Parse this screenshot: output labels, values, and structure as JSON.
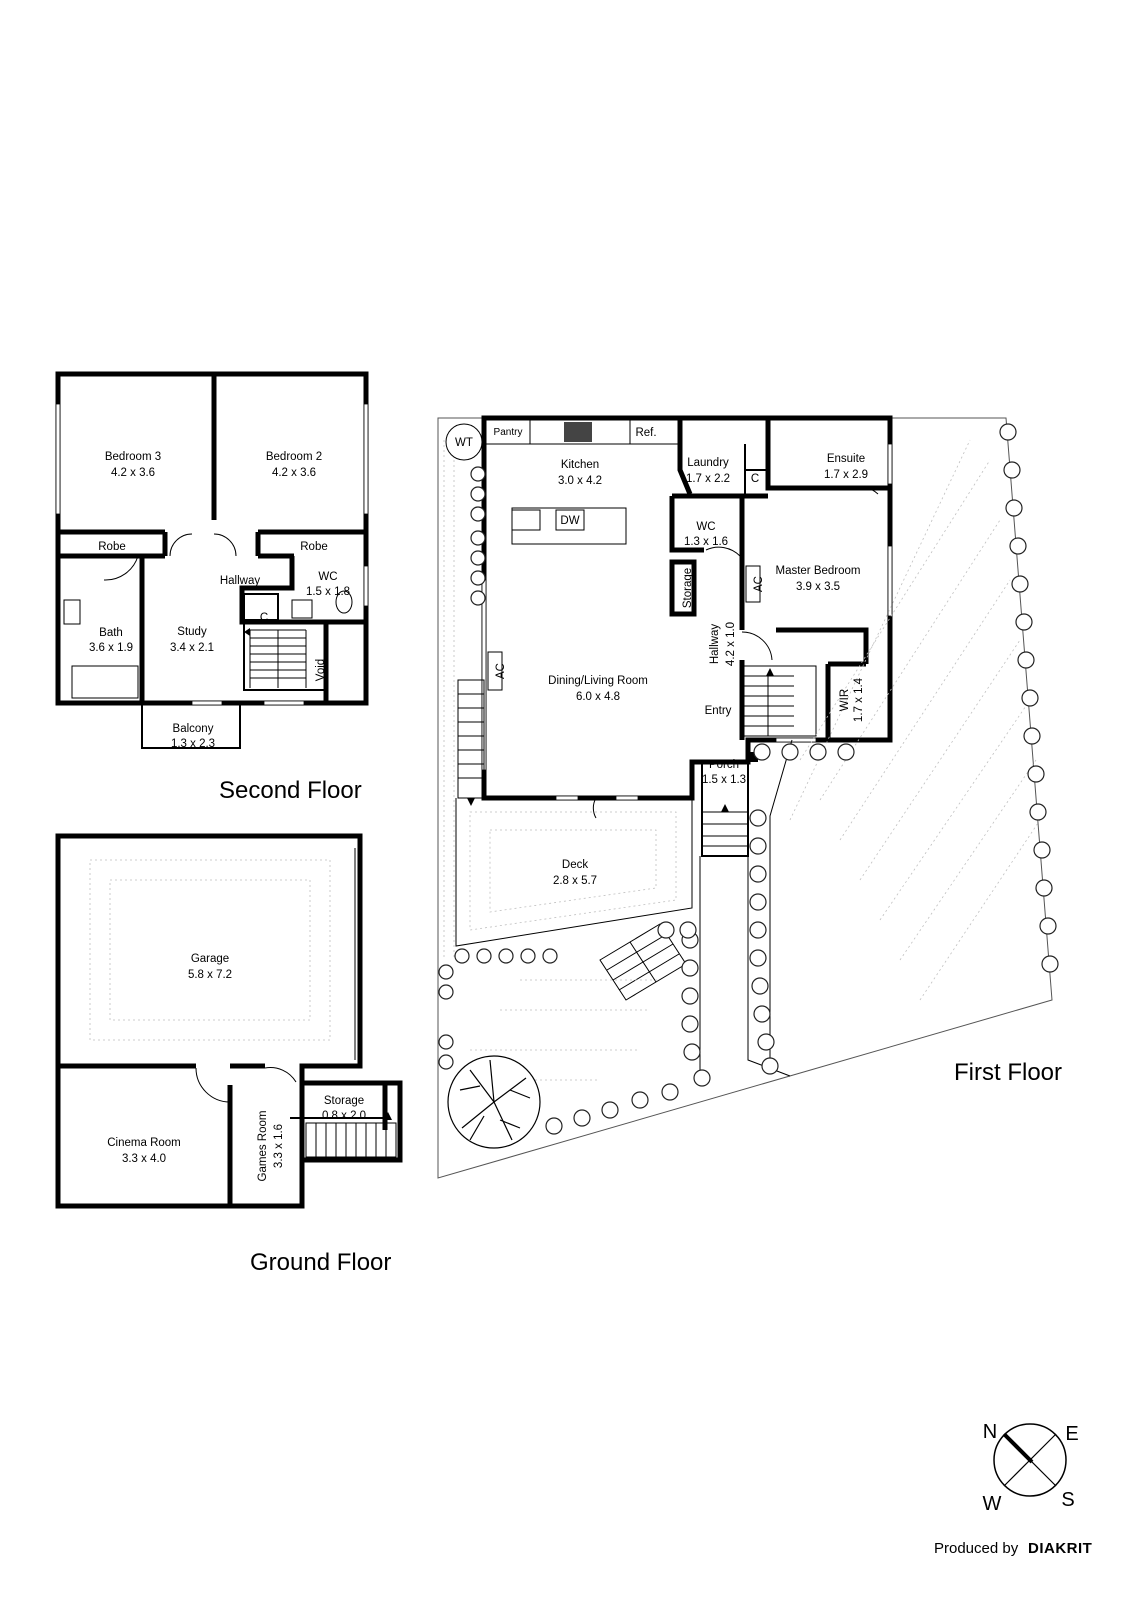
{
  "floors": {
    "second": {
      "title": "Second Floor",
      "rooms": [
        {
          "name": "Bedroom 3",
          "dims": "4.2 x 3.6"
        },
        {
          "name": "Bedroom 2",
          "dims": "4.2 x 3.6"
        },
        {
          "name": "Robe",
          "dims": ""
        },
        {
          "name": "Robe",
          "dims": ""
        },
        {
          "name": "Hallway",
          "dims": ""
        },
        {
          "name": "WC",
          "dims": "1.5 x 1.8"
        },
        {
          "name": "C",
          "dims": ""
        },
        {
          "name": "Bath",
          "dims": "3.6 x 1.9"
        },
        {
          "name": "Study",
          "dims": "3.4 x 2.1"
        },
        {
          "name": "Void",
          "dims": ""
        },
        {
          "name": "Balcony",
          "dims": "1.3 x 2.3"
        }
      ]
    },
    "ground": {
      "title": "Ground Floor",
      "rooms": [
        {
          "name": "Garage",
          "dims": "5.8 x 7.2"
        },
        {
          "name": "Cinema Room",
          "dims": "3.3 x 4.0"
        },
        {
          "name": "Games Room",
          "dims": "3.3 x 1.6"
        },
        {
          "name": "Storage",
          "dims": "0.8 x 2.0"
        }
      ]
    },
    "first": {
      "title": "First Floor",
      "rooms": [
        {
          "name": "WT",
          "dims": ""
        },
        {
          "name": "Pantry",
          "dims": ""
        },
        {
          "name": "Ref.",
          "dims": ""
        },
        {
          "name": "Kitchen",
          "dims": "3.0 x 4.2"
        },
        {
          "name": "DW",
          "dims": ""
        },
        {
          "name": "Laundry",
          "dims": "1.7 x 2.2"
        },
        {
          "name": "C",
          "dims": ""
        },
        {
          "name": "Ensuite",
          "dims": "1.7 x 2.9"
        },
        {
          "name": "WC",
          "dims": "1.3 x 1.6"
        },
        {
          "name": "Master Bedroom",
          "dims": "3.9 x 3.5"
        },
        {
          "name": "Storage",
          "dims": ""
        },
        {
          "name": "AC",
          "dims": ""
        },
        {
          "name": "AC",
          "dims": ""
        },
        {
          "name": "Hallway",
          "dims": "4.2 x 1.0"
        },
        {
          "name": "Dining/Living Room",
          "dims": "6.0 x 4.8"
        },
        {
          "name": "Entry",
          "dims": ""
        },
        {
          "name": "WIR",
          "dims": "1.7 x 1.4"
        },
        {
          "name": "Porch",
          "dims": "1.5 x 1.3"
        },
        {
          "name": "Deck",
          "dims": "2.8 x 5.7"
        }
      ]
    }
  },
  "compass": {
    "n": "N",
    "e": "E",
    "s": "S",
    "w": "W"
  },
  "credit": {
    "prefix": "Produced by",
    "brand": "DIAKRIT"
  }
}
